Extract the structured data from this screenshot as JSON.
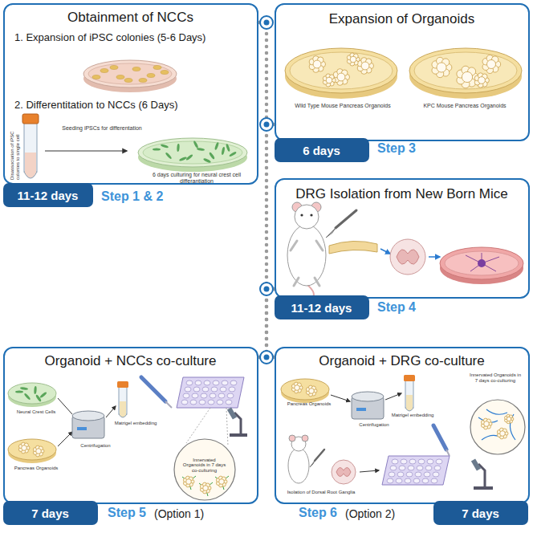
{
  "diagram": {
    "nodes": [
      {
        "text": [
          "Obtainment of NCCs",
          "1. Expansion of iPSC colonies (5-6 Days)",
          "2. Differentitation to NCCs (6 Days)",
          "Disassociation of iPSC colonies to single cell",
          "Seeding iPSCs for differentation",
          "6 days culturing for neural crest cell differantiation",
          "Step 1 & 2"
        ]
      },
      {
        "text": [
          "11-12 days"
        ],
        "in": 0
      },
      {
        "text": [
          "Expansion of Organoids",
          "Wild Type Mouse Pancreas Organoids",
          "KPC Mouse Pancreas Organoids",
          "Step 3"
        ]
      },
      {
        "text": [
          "6 days"
        ],
        "in": 2
      },
      {
        "text": [
          "DRG Isolation from New Born Mice",
          "Step 4"
        ]
      },
      {
        "text": [
          "11-12 days"
        ],
        "in": 4
      },
      {
        "text": [
          "Organoid + NCCs co-culture",
          "Neural Crest Cells",
          "Pancreas Organoids",
          "Centrifugation",
          "Matrigel embedding",
          "Innervated Organoids in 7 days co-culturing",
          "Step 5",
          "(Option 1)"
        ]
      },
      {
        "text": [
          "7 days"
        ],
        "in": 6
      },
      {
        "text": [
          "Organoid + DRG co-culture",
          "Pancreas Organoids",
          "Centrifugation",
          "Matrigel embedding",
          "Innervated Organoids in 7 days co-culturing",
          "Isolation of Dorsal Root Ganglia",
          "Step 6",
          "(Option 2)"
        ]
      },
      {
        "text": [
          "7 days"
        ],
        "in": 8
      }
    ],
    "edges": [
      {
        "from": 0,
        "to": 2,
        "arrow": "none"
      },
      {
        "from": 2,
        "to": 4,
        "arrow": "none"
      },
      {
        "from": 4,
        "to": 6,
        "arrow": "none"
      },
      {
        "from": 4,
        "to": 8,
        "arrow": "none"
      }
    ]
  }
}
